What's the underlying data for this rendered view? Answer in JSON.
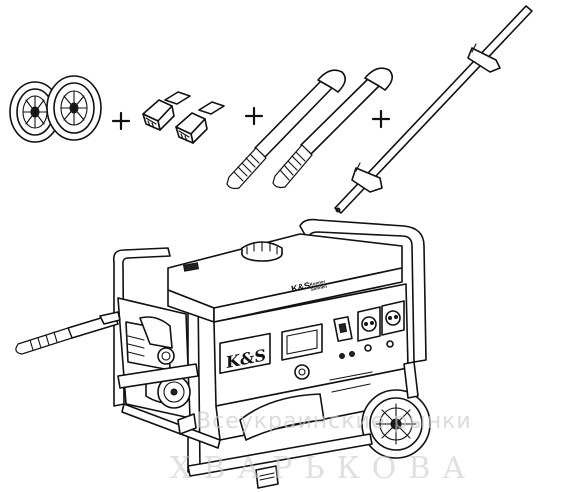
{
  "brand": {
    "logo": "K&S",
    "panel_logo": "K&S",
    "tank_logo": "K&S",
    "tank_text_line1": "Konner",
    "tank_text_line2": "Sohnen"
  },
  "watermark": {
    "line1": "Всеукраинские рынки",
    "line2": "ХВАРЬКОВА"
  },
  "colors": {
    "line": "#111111",
    "fill": "#ffffff",
    "watermark": "#c8c8c8"
  },
  "icons": [
    "wheel-icon",
    "bracket-icon",
    "handle-icon",
    "plus-icon",
    "rod-icon",
    "generator-icon",
    "socket-icon"
  ]
}
